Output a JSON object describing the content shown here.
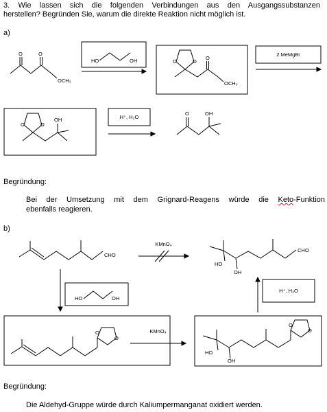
{
  "question": {
    "number": "3.",
    "line1": "Wie lassen sich die folgenden Verbindungen aus den Ausgangssubstanzen",
    "line2": "herstellen? Begründen Sie, warum die direkte Reaktion nicht möglich ist."
  },
  "part_a": {
    "label": "a)",
    "reagent_grignard": "2 MeMgBr",
    "reagent_hydrolysis": "H⁺, H₂O",
    "atoms": {
      "O": "O",
      "OH": "OH",
      "HO": "HO",
      "OCH3": "OCH₃"
    },
    "justification_title": "Begründung:",
    "justification_prefix": "Bei der Umsetzung mit dem Grignard-Reagens würde die ",
    "justification_underlined": "Keto",
    "justification_suffix": "-Funktion",
    "justification_line2": "ebenfalls reagieren."
  },
  "part_b": {
    "label": "b)",
    "reagent_oxidant": "KMnO₄",
    "reagent_hydrolysis": "H⁺, H₂O",
    "atoms": {
      "O": "O",
      "OH": "OH",
      "HO": "HO",
      "CHO": "CHO"
    },
    "justification_title": "Begründung:",
    "justification_text": "Die Aldehyd-Gruppe würde durch Kaliumpermanganat oxidiert werden."
  }
}
